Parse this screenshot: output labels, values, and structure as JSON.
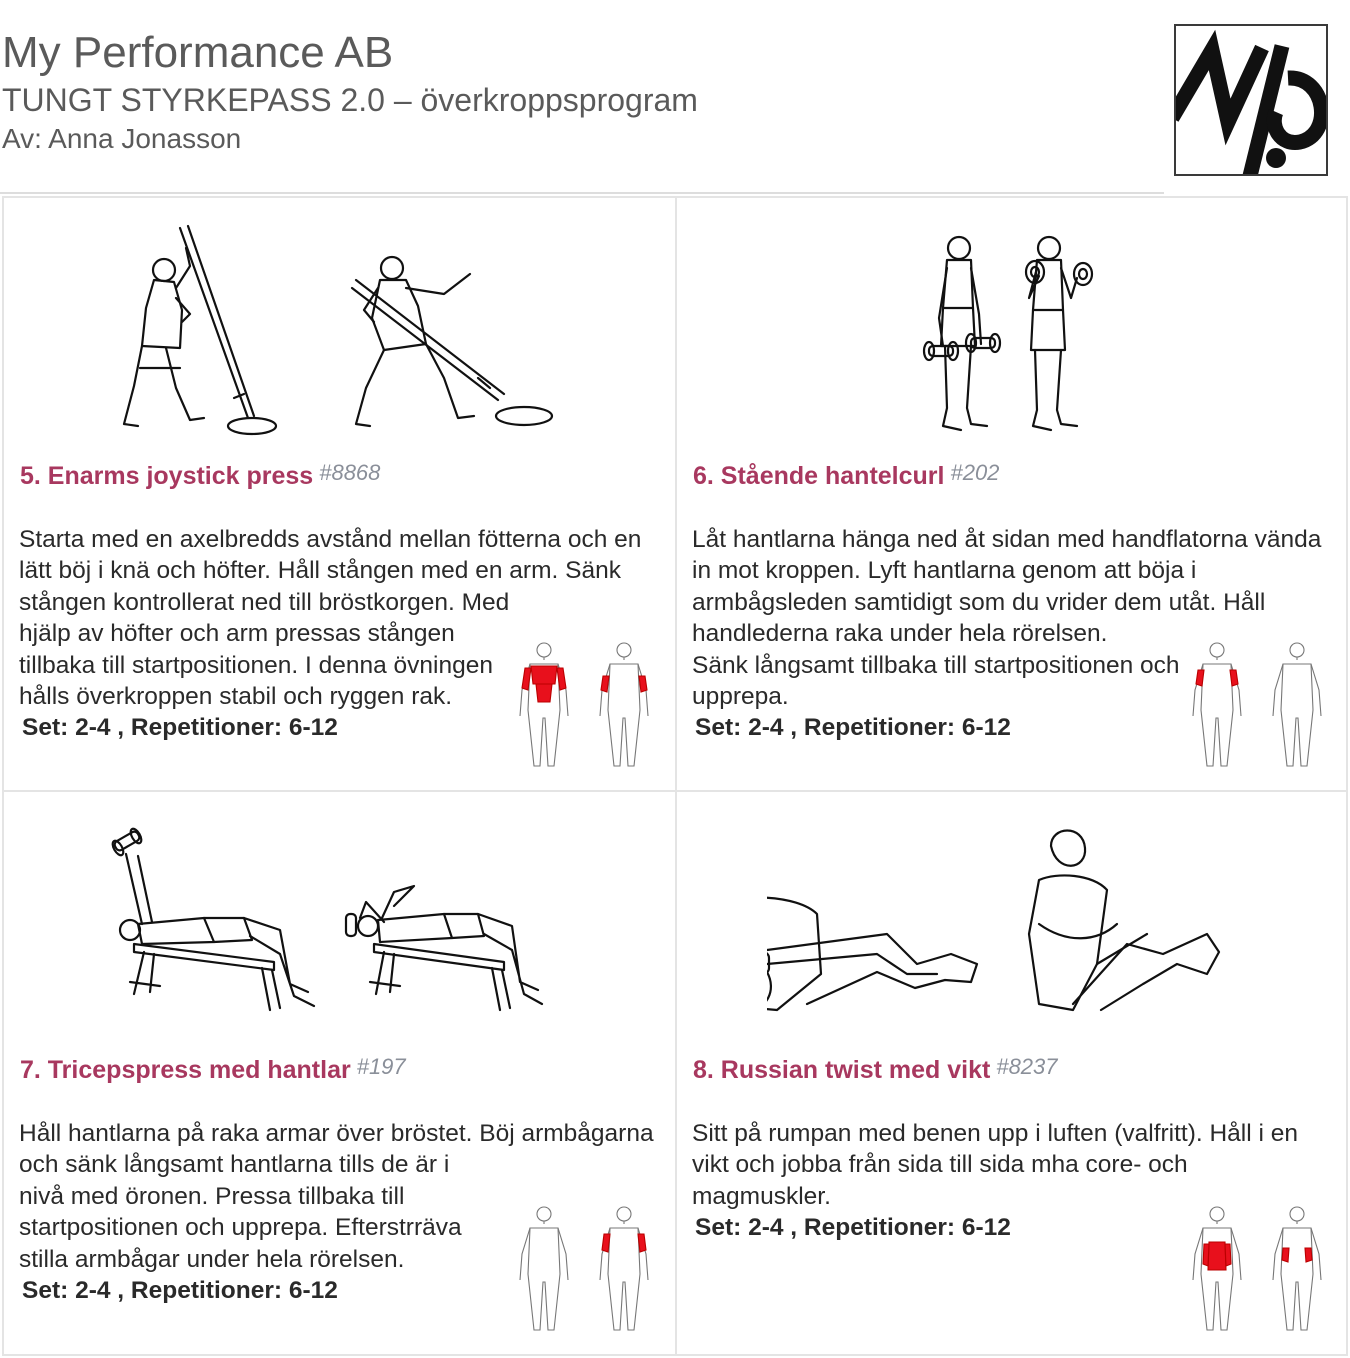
{
  "header": {
    "company": "My Performance AB",
    "program": "TUNGT STYRKEPASS 2.0 – överkroppsprogram",
    "author": "Av: Anna Jonasson"
  },
  "logo": {
    "icon": "my-logo-icon",
    "color": "#111111"
  },
  "colors": {
    "accent": "#a8385f",
    "code": "#8a8f99",
    "muscle": "#e8101c"
  },
  "exercises": [
    {
      "title": "5. Enarms joystick press",
      "code": "#8868",
      "desc_wide": "Starta med en axelbredds avstånd mellan fötterna och en lätt böj i knä och höfter. Håll stången med en arm. Sänk stången kontrollerat ned till bröstkorgen. Med",
      "desc_narrow": "hjälp av höfter och arm pressas stången tillbaka till startpositionen. I denna övningen hålls överkroppen stabil och ryggen rak.",
      "sets": "Set: 2-4 , Repetitioner: 6-12",
      "illustration_icon": "joystick-press-illustration",
      "muscles": [
        "chest",
        "shoulders",
        "triceps"
      ]
    },
    {
      "title": "6. Stående hantelcurl",
      "code": "#202",
      "desc_wide": "Låt hantlarna hänga ned åt sidan med handflatorna vända in mot kroppen. Lyft hantlarna genom att böja i armbågsleden samtidigt som du vrider dem utåt. Håll handlederna raka under hela rörelsen.",
      "desc_narrow": "Sänk långsamt tillbaka till startpositionen och upprepa.",
      "sets": "Set: 2-4 , Repetitioner: 6-12",
      "illustration_icon": "dumbbell-curl-illustration",
      "muscles": [
        "biceps"
      ]
    },
    {
      "title": "7. Tricepspress med hantlar",
      "code": "#197",
      "desc_wide": "Håll hantlarna på raka armar över bröstet. Böj armbågarna och sänk långsamt hantlarna tills de är i",
      "desc_narrow": "nivå med öronen. Pressa tillbaka till startpositionen och upprepa. Efterstrräva stilla armbågar under hela rörelsen.",
      "sets": "Set: 2-4 , Repetitioner: 6-12",
      "illustration_icon": "triceps-press-illustration",
      "muscles": [
        "triceps"
      ]
    },
    {
      "title": "8. Russian twist med vikt",
      "code": "#8237",
      "desc_wide": "Sitt på rumpan med benen upp i luften (valfritt). Håll i en vikt och jobba från sida till sida mha core- och magmuskler.",
      "desc_narrow": "",
      "sets": "Set: 2-4 , Repetitioner: 6-12",
      "illustration_icon": "russian-twist-illustration",
      "muscles": [
        "abs",
        "obliques"
      ]
    }
  ]
}
